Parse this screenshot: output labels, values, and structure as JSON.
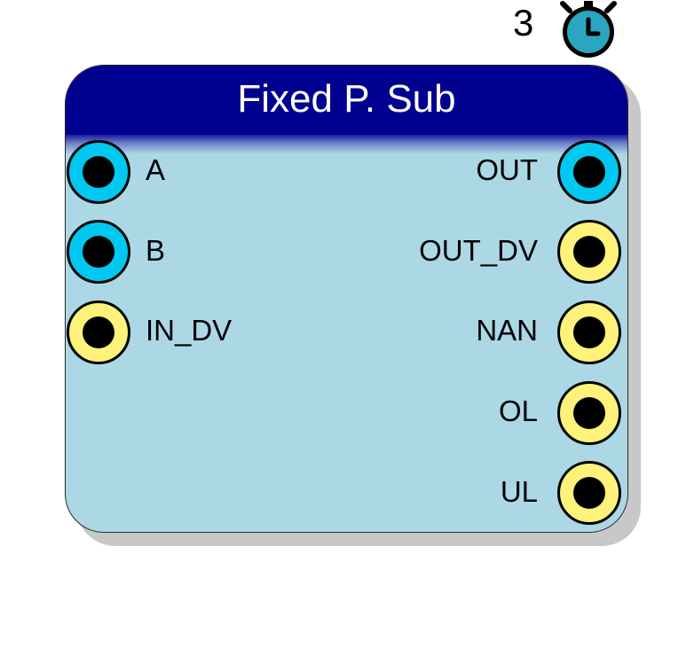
{
  "badge": {
    "number": "3",
    "icon": "stopwatch-icon",
    "icon_color": "#2aa6bf"
  },
  "block": {
    "title": "Fixed P. Sub",
    "header_color": "#000090",
    "body_color": "#acd8e6"
  },
  "inputs": [
    {
      "label": "A",
      "type": "data",
      "color": "#00c8f0"
    },
    {
      "label": "B",
      "type": "data",
      "color": "#00c8f0"
    },
    {
      "label": "IN_DV",
      "type": "dv",
      "color": "#fff27a"
    }
  ],
  "outputs": [
    {
      "label": "OUT",
      "type": "data",
      "color": "#00c8f0"
    },
    {
      "label": "OUT_DV",
      "type": "dv",
      "color": "#fff27a"
    },
    {
      "label": "NAN",
      "type": "dv",
      "color": "#fff27a"
    },
    {
      "label": "OL",
      "type": "dv",
      "color": "#fff27a"
    },
    {
      "label": "UL",
      "type": "dv",
      "color": "#fff27a"
    }
  ]
}
